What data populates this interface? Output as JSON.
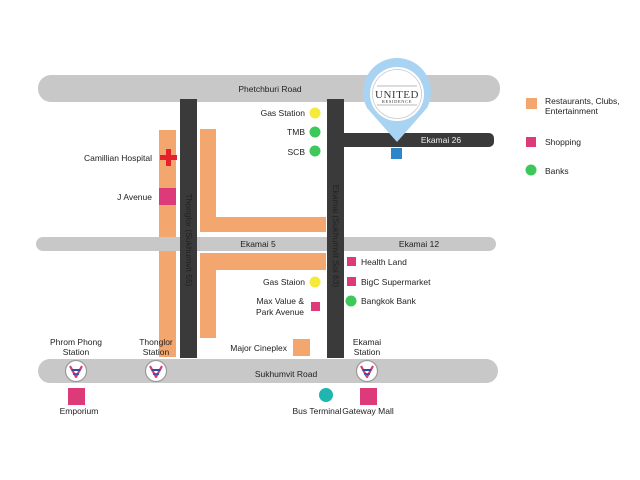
{
  "roads": {
    "phetchburi": "Phetchburi Road",
    "ekamai26": "Ekamai 26",
    "ekamai5": "Ekamai 5",
    "ekamai12": "Ekamai 12",
    "sukhumvit": "Sukhumvit Road",
    "thonglor": "Thonglor (Sukhumvit 55)",
    "ekamai": "Ekamai (Sukhumvit Soi 63)"
  },
  "places": {
    "camillian": "Camillian Hospital",
    "javenue": "J Avenue",
    "gas1": "Gas Station",
    "tmb": "TMB",
    "scb": "SCB",
    "health": "Health Land",
    "gas2": "Gas Staion",
    "bigc": "BigC Supermarket",
    "maxvalue1": "Max Value &",
    "maxvalue2": "Park Avenue",
    "bangkokbank": "Bangkok Bank",
    "cineplex": "Major Cineplex",
    "emporium": "Emporium",
    "busterminal": "Bus Terminal",
    "gateway": "Gateway Mall"
  },
  "stations": {
    "phromphong1": "Phrom Phong",
    "phromphong2": "Station",
    "thonglor1": "Thonglor",
    "thonglor2": "Station",
    "ekamai1": "Ekamai",
    "ekamai2": "Station"
  },
  "logo": {
    "name": "UNITED",
    "sub": "RESIDENCE"
  },
  "legend": {
    "restaurants1": "Restaurants, Clubs,",
    "restaurants2": "Entertainment",
    "shopping": "Shopping",
    "banks": "Banks"
  },
  "colors": {
    "road_light": "#c8c8c8",
    "road_dark": "#3a3a3a",
    "restaurants": "#f4a66f",
    "shopping": "#dd3a7a",
    "banks": "#3cc95a",
    "gas": "#f5ea3b",
    "bus": "#21b5b0",
    "hospital": "#e3222b",
    "pin": "#a9d3f2",
    "marker": "#2c86c8"
  }
}
